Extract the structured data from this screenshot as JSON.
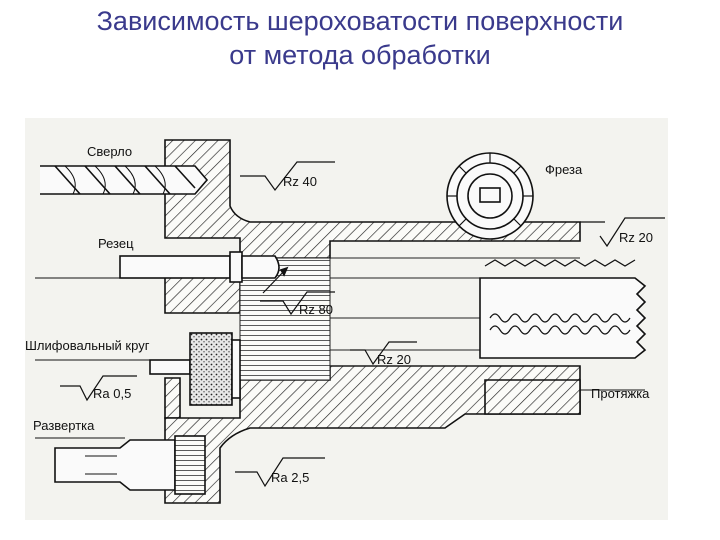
{
  "title": {
    "line1": "Зависимость шероховатости поверхности",
    "line2": "от метода обработки"
  },
  "labels": {
    "drill": "Сверло",
    "cutter": "Резец",
    "grinding_wheel": "Шлифовальный круг",
    "reamer": "Развертка",
    "mill": "Фреза",
    "broach": "Протяжка"
  },
  "roughness": {
    "rz40": "Rz 40",
    "rz80": "Rz 80",
    "rz20_bore": "Rz 20",
    "rz20_top": "Rz 20",
    "ra05": "Ra 0,5",
    "ra25": "Ra 2,5"
  }
}
